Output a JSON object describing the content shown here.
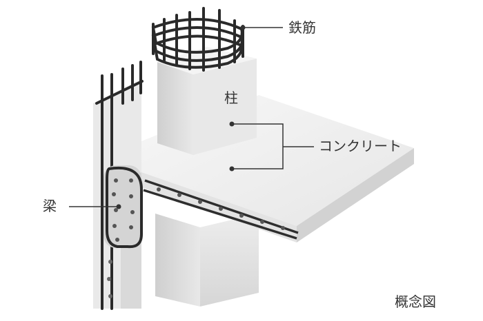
{
  "labels": {
    "rebar": "鉄筋",
    "column": "柱",
    "concrete": "コンクリート",
    "beam": "梁",
    "caption": "概念図"
  },
  "colors": {
    "concrete_light": "#f1f1f1",
    "concrete_mid": "#dedede",
    "concrete_dark": "#c9c9c9",
    "rebar": "#2e2e2e",
    "leader": "#333333"
  }
}
